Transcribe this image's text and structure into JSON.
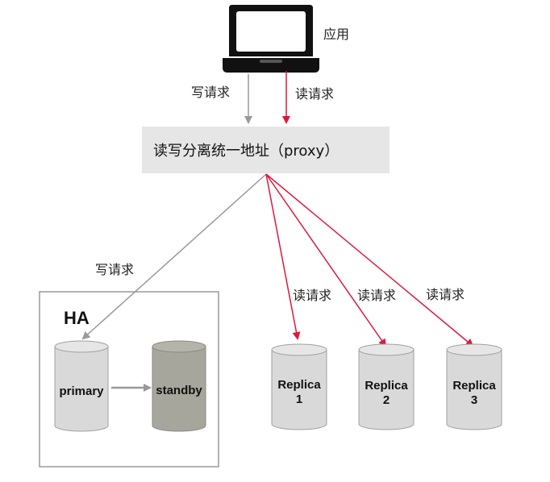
{
  "app": {
    "label": "应用",
    "icon": "laptop-icon"
  },
  "proxy": {
    "label": "读写分离统一地址（proxy）"
  },
  "edges": {
    "app_to_proxy_write": "写请求",
    "app_to_proxy_read": "读请求",
    "proxy_to_primary": "写请求",
    "proxy_to_replica1": "读请求",
    "proxy_to_replica2": "读请求",
    "proxy_to_replica3": "读请求"
  },
  "ha": {
    "title": "HA",
    "primary": "primary",
    "standby": "standby"
  },
  "replicas": [
    {
      "line1": "Replica",
      "line2": "1"
    },
    {
      "line1": "Replica",
      "line2": "2"
    },
    {
      "line1": "Replica",
      "line2": "3"
    }
  ],
  "colors": {
    "read_arrow": "#e0183c",
    "write_arrow": "#999999",
    "proxy_box": "#e6e6e6",
    "db_light": "#d9d9d9",
    "db_dark": "#a6a69c"
  }
}
